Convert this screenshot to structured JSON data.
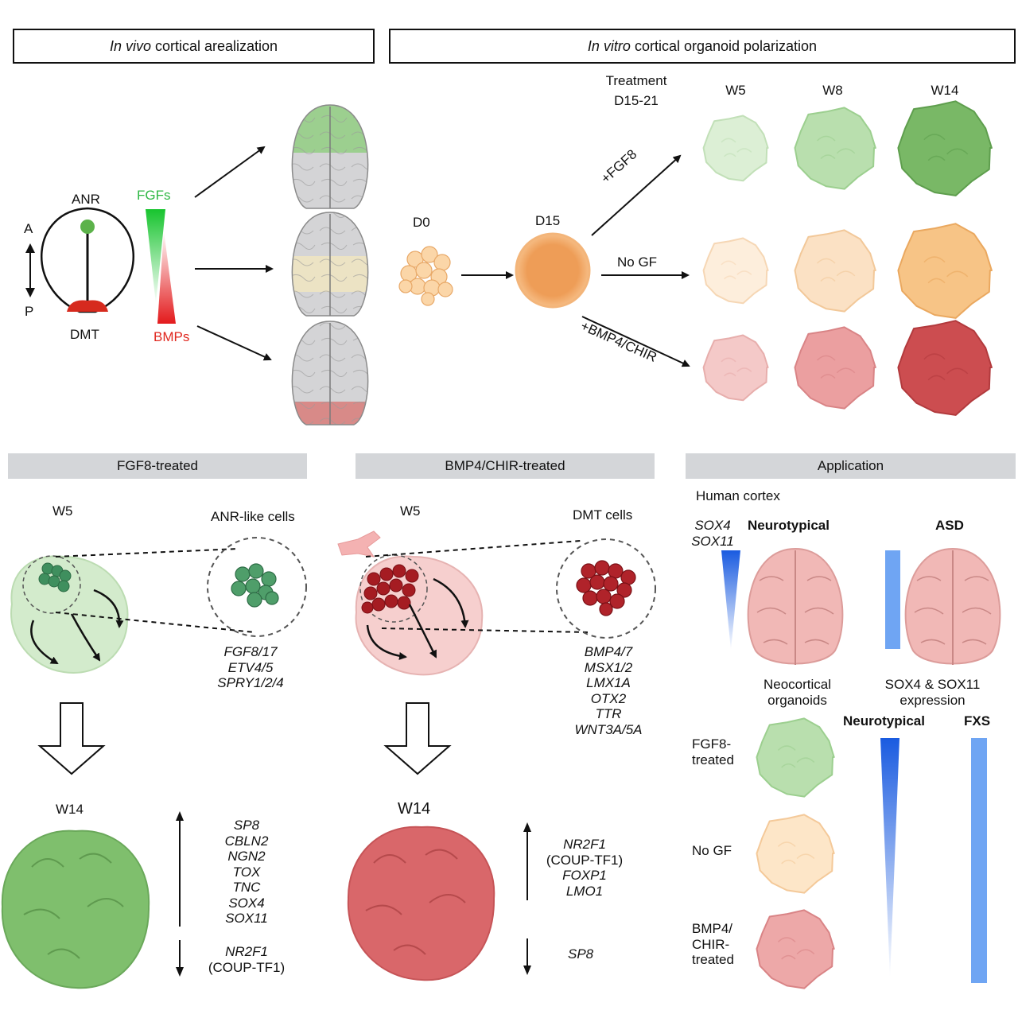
{
  "header": {
    "left_em": "In vivo",
    "left_rest": "cortical arealization",
    "right_em": "In vitro",
    "right_rest": "cortical organoid polarization"
  },
  "embryo": {
    "anr": "ANR",
    "dmt": "DMT",
    "a": "A",
    "p": "P",
    "fgfs": "FGFs",
    "bmps": "BMPs"
  },
  "organoid_timeline": {
    "treatment_line1": "Treatment",
    "treatment_line2": "D15-21",
    "d0": "D0",
    "d15": "D15",
    "weeks": [
      "W5",
      "W8",
      "W14"
    ],
    "cond_fgf8": "+FGF8",
    "cond_nogf": "No GF",
    "cond_bmp": "+BMP4/CHIR"
  },
  "panel_fgf8": {
    "title": "FGF8-treated",
    "w5": "W5",
    "cells_label": "ANR-like cells",
    "markers": [
      "FGF8/17",
      "ETV4/5",
      "SPRY1/2/4"
    ],
    "w14": "W14",
    "up_genes": [
      "SP8",
      "CBLN2",
      "NGN2",
      "TOX",
      "TNC",
      "SOX4",
      "SOX11"
    ],
    "down_gene": "NR2F1",
    "down_gene_alias": "(COUP-TF1)"
  },
  "panel_bmp": {
    "title": "BMP4/CHIR-treated",
    "w5": "W5",
    "cells_label": "DMT cells",
    "markers": [
      "BMP4/7",
      "MSX1/2",
      "LMX1A",
      "OTX2",
      "TTR",
      "WNT3A/5A"
    ],
    "w14": "W14",
    "up_gene": "NR2F1",
    "up_gene_alias": "(COUP-TF1)",
    "up_genes_rest": [
      "FOXP1",
      "LMO1"
    ],
    "down_gene": "SP8"
  },
  "panel_application": {
    "title": "Application",
    "human_cortex": "Human cortex",
    "sox4": "SOX4",
    "sox11": "SOX11",
    "neurotypical": "Neurotypical",
    "asd": "ASD",
    "neocortical_line1": "Neocortical",
    "neocortical_line2": "organoids",
    "expr_line1": "SOX4 & SOX11",
    "expr_line2": "expression",
    "neurotypical2": "Neurotypical",
    "fxs": "FXS",
    "row_fgf8_line1": "FGF8-",
    "row_fgf8_line2": "treated",
    "row_nogf": "No GF",
    "row_bmp_line1": "BMP4/",
    "row_bmp_line2": "CHIR-",
    "row_bmp_line3": "treated"
  },
  "colors": {
    "green": "#8dc77f",
    "orange": "#f7c486",
    "red": "#d9676a",
    "gradient_blue": "#1a5be0"
  }
}
